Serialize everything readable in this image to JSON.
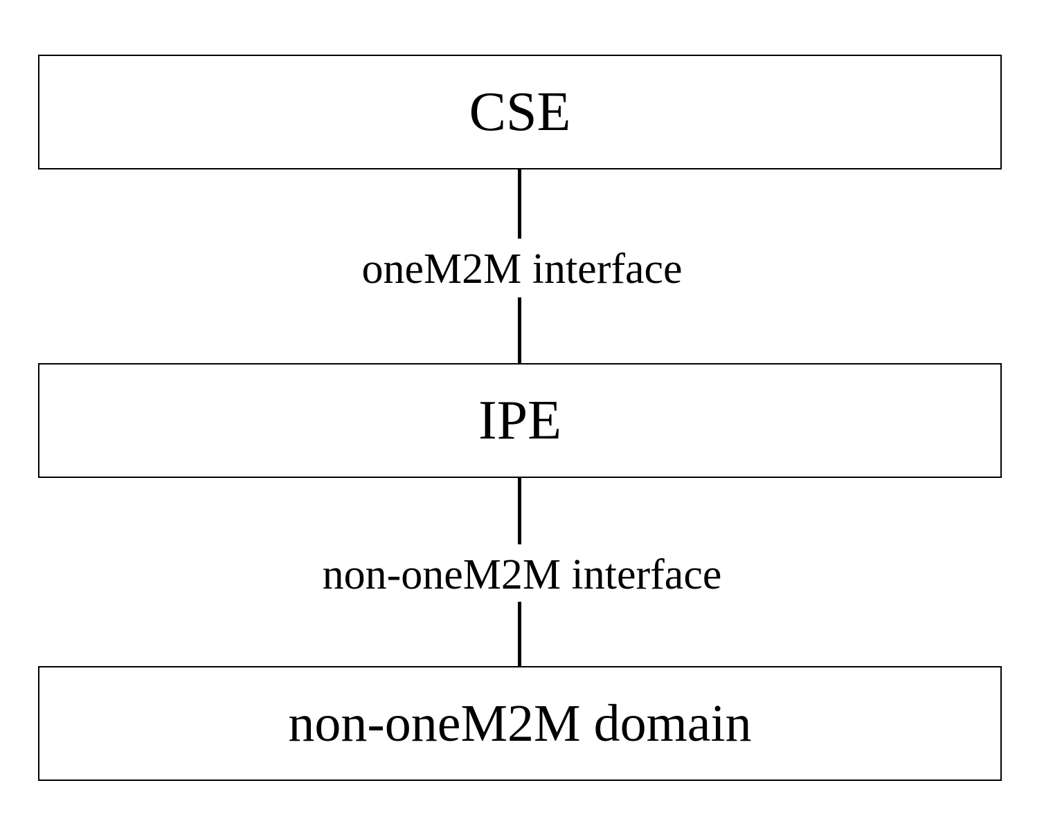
{
  "diagram": {
    "boxes": [
      {
        "id": "cse",
        "label": "CSE"
      },
      {
        "id": "ipe",
        "label": "IPE"
      },
      {
        "id": "domain",
        "label": "non-oneM2M domain"
      }
    ],
    "connectors": [
      {
        "from": "cse",
        "to": "ipe",
        "label": "oneM2M interface"
      },
      {
        "from": "ipe",
        "to": "domain",
        "label": "non-oneM2M interface"
      }
    ]
  }
}
